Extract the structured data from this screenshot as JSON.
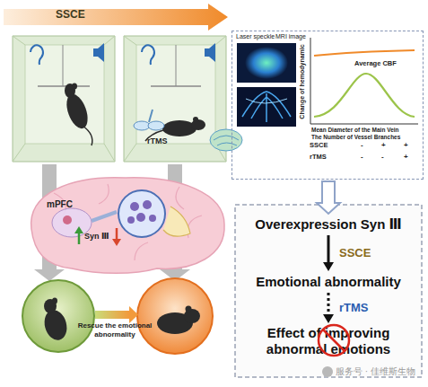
{
  "diagram": {
    "nodes": [
      {
        "text": [
          "rTMS"
        ]
      },
      {
        "text": [
          "Laser speckle",
          "MRI image",
          "Change of hemodynamic",
          "Average CBF",
          "Mean Diameter of the Main Vein",
          "The Number of Vessel Branches"
        ]
      },
      {
        "text": [
          "mPFC",
          "Syn Ⅲ"
        ]
      },
      {
        "text": [
          "Overexpression Syn Ⅲ"
        ]
      },
      {
        "text": [
          "Emotional abnormality"
        ]
      },
      {
        "text": [
          "Effect of improving abnormal emotions"
        ]
      }
    ],
    "edges": [
      {
        "from": 1,
        "to": 3,
        "arrow": "to"
      },
      {
        "from": 3,
        "to": 4,
        "label": "SSCE",
        "arrow": "to"
      },
      {
        "from": 4,
        "to": 5,
        "label": "rTMS",
        "arrow": "to"
      }
    ],
    "labels": [
      "SSCE",
      "SSCE",
      "-",
      "+",
      "+",
      "rTMS",
      "-",
      "-",
      "+",
      "Rescue the emotional abnormality",
      "服务号 · 佳维斯生物"
    ]
  }
}
